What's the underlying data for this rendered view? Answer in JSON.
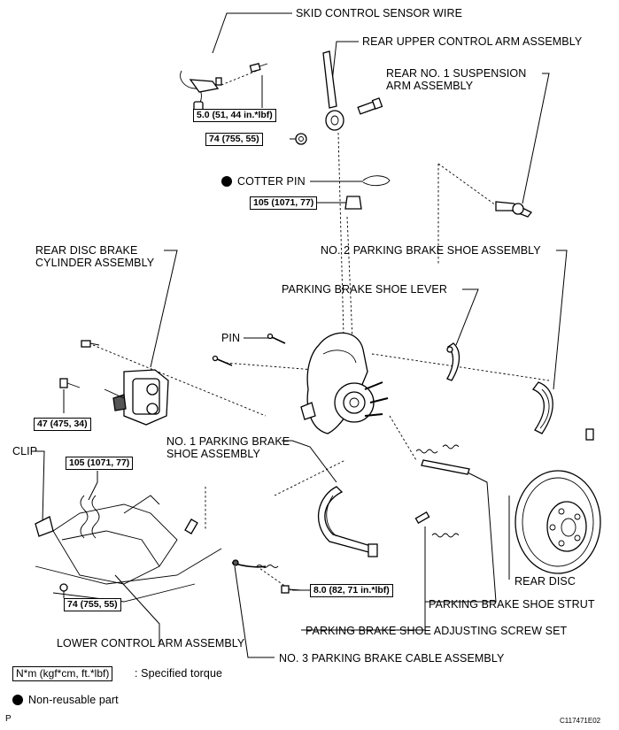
{
  "labels": {
    "skid_sensor_wire": "SKID CONTROL SENSOR WIRE",
    "rear_upper_arm": "REAR UPPER CONTROL ARM ASSEMBLY",
    "rear_no1_arm": "REAR NO. 1 SUSPENSION ARM ASSEMBLY",
    "cotter_pin": "COTTER PIN",
    "rear_disc_cylinder": "REAR DISC BRAKE CYLINDER ASSEMBLY",
    "no2_shoe": "NO. 2 PARKING BRAKE SHOE ASSEMBLY",
    "shoe_lever": "PARKING BRAKE SHOE LEVER",
    "pin": "PIN",
    "no1_shoe": "NO. 1 PARKING BRAKE SHOE ASSEMBLY",
    "clip": "CLIP",
    "rear_disc": "REAR DISC",
    "shoe_strut": "PARKING BRAKE SHOE STRUT",
    "adj_screw": "PARKING BRAKE SHOE ADJUSTING SCREW SET",
    "lower_arm": "LOWER CONTROL ARM ASSEMBLY",
    "no3_cable": "NO. 3 PARKING BRAKE CABLE ASSEMBLY"
  },
  "torques": {
    "t1": "5.0 (51, 44 in.*lbf)",
    "t2": "74 (755, 55)",
    "t3": "105 (1071, 77)",
    "t4": "47 (475, 34)",
    "t5": "105 (1071, 77)",
    "t6": "74 (755, 55)",
    "t7": "8.0 (82, 71 in.*lbf)"
  },
  "legend": {
    "torque_box": "N*m (kgf*cm, ft.*lbf)",
    "torque_text": ": Specified torque",
    "nonreusable": "Non-reusable part"
  },
  "footer": {
    "left": "P",
    "code": "C117471E02"
  },
  "icons": [
    "non-reusable-dot-icon"
  ]
}
